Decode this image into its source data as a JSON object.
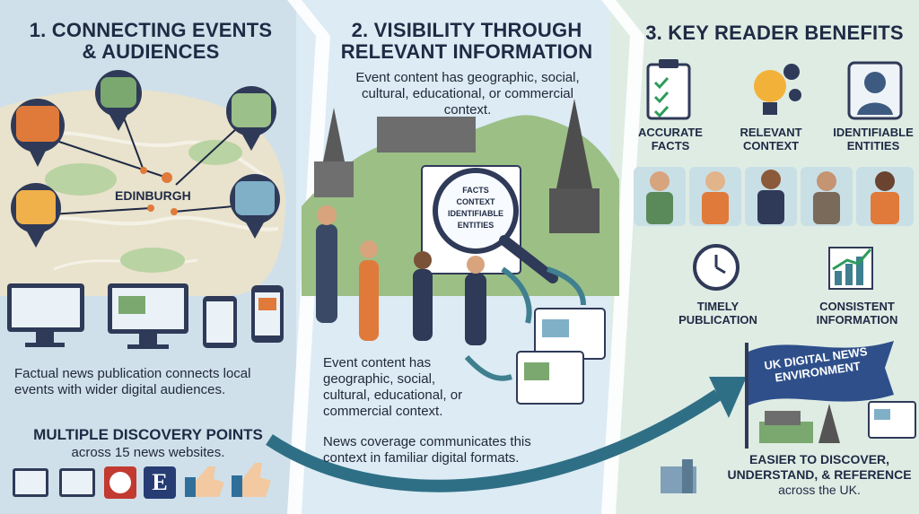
{
  "panel1": {
    "title_line1": "1. CONNECTING EVENTS",
    "title_line2": "& AUDIENCES",
    "city": "EDINBURGH",
    "caption_line1": "Factual news publication connects local",
    "caption_line2": "events with wider digital audiences.",
    "discovery_title": "MULTIPLE DISCOVERY POINTS",
    "discovery_sub": "across 15 news websites."
  },
  "panel2": {
    "title_line1": "2. VISIBILITY THROUGH",
    "title_line2": "RELEVANT INFORMATION",
    "intro_line1": "Event content has geographic, social,",
    "intro_line2": "cultural, educational, or commercial",
    "intro_line3": "context.",
    "lens_line1": "FACTS",
    "lens_line2": "CONTEXT",
    "lens_line3": "IDENTIFIABLE",
    "lens_line4": "ENTITIES",
    "mid_line1": "Event content has",
    "mid_line2": "geographic, social,",
    "mid_line3": "cultural, educational, or",
    "mid_line4": "commercial context.",
    "bottom_line1": "News coverage communicates this",
    "bottom_line2": "context in familiar digital formats."
  },
  "panel3": {
    "title": "3. KEY READER BENEFITS",
    "b1_line1": "ACCURATE",
    "b1_line2": "FACTS",
    "b2_line1": "RELEVANT",
    "b2_line2": "CONTEXT",
    "b3_line1": "IDENTIFIABLE",
    "b3_line2": "ENTITIES",
    "b4_line1": "TIMELY",
    "b4_line2": "PUBLICATION",
    "b5_line1": "CONSISTENT",
    "b5_line2": "INFORMATION",
    "banner_line1": "UK DIGITAL NEWS",
    "banner_line2": "ENVIRONMENT",
    "end_line1": "EASIER TO DISCOVER,",
    "end_line2": "UNDERSTAND, & REFERENCE",
    "end_line3": "across the UK."
  },
  "colors": {
    "navy": "#1f2a44",
    "teal": "#3f7f8f",
    "orange": "#e07a3a",
    "arrow": "#2f6f86"
  }
}
